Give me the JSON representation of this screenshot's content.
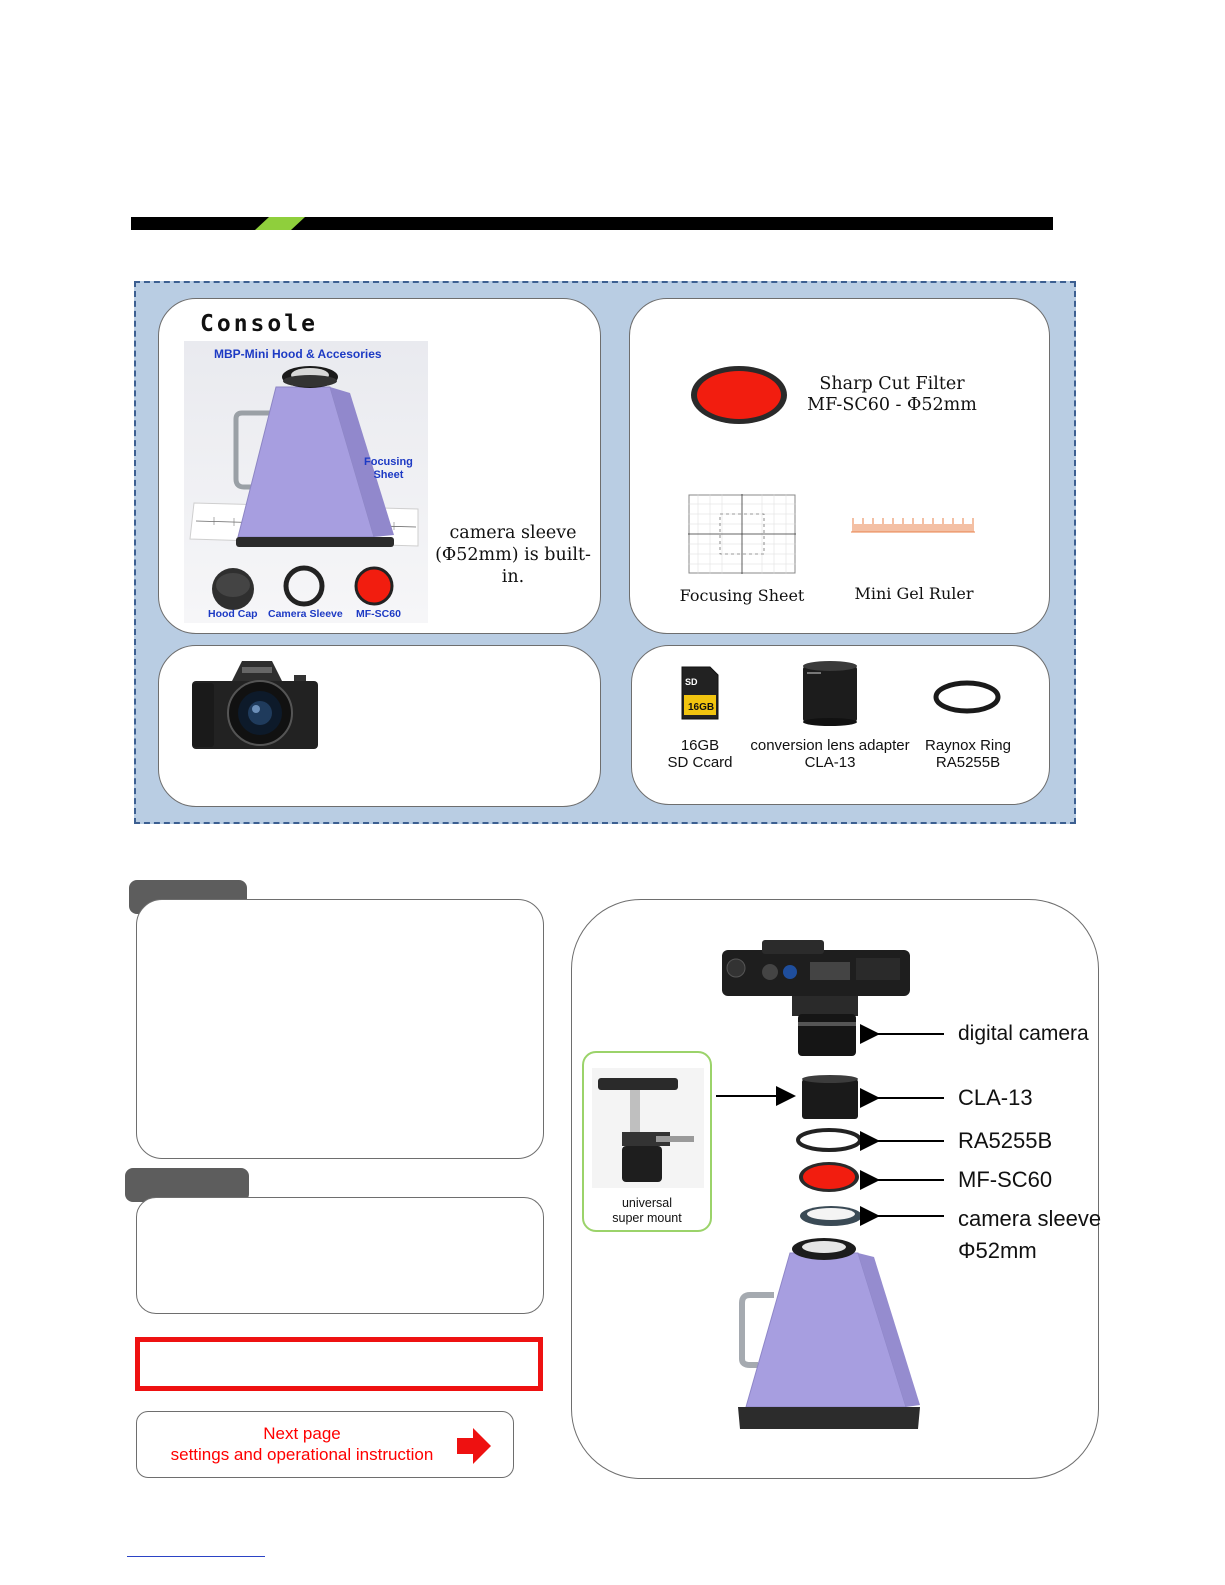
{
  "console": {
    "heading": "Console",
    "photo_title": "MBP-Mini Hood & Accesories",
    "photo_focusing": [
      "Focusing",
      "Sheet"
    ],
    "photo_hood_cap": "Hood Cap",
    "photo_camera_sleeve": "Camera Sleeve",
    "photo_filter": "MF-SC60",
    "sleeve_note": [
      "camera sleeve",
      "(Φ52mm) is built-in."
    ]
  },
  "filters": {
    "filter_name": [
      "Sharp Cut Filter",
      "MF-SC60 - Φ52mm"
    ],
    "focusing_sheet": "Focusing Sheet",
    "mini_gel_ruler": "Mini Gel Ruler"
  },
  "accessories": {
    "sd_card": [
      "16GB",
      "SD Ccard"
    ],
    "sd_card_capacity": "16GB",
    "adapter": [
      "conversion lens adapter",
      "CLA-13"
    ],
    "ring": [
      "Raynox Ring",
      "RA5255B"
    ]
  },
  "assembly": {
    "digital_camera": "digital camera",
    "cla": "CLA-13",
    "ring": "RA5255B",
    "filter": "MF-SC60",
    "sleeve": [
      "camera sleeve",
      "Φ52mm"
    ],
    "mount": [
      "universal",
      "super mount"
    ]
  },
  "next_page": [
    "Next page",
    "settings and operational instruction"
  ],
  "colors": {
    "accent_green": "#8fcf3c",
    "panel_blue": "#b9cde3",
    "filter_red": "#f21d0f",
    "hood_purple": "#a79ee0",
    "link_red": "#ff0000"
  }
}
